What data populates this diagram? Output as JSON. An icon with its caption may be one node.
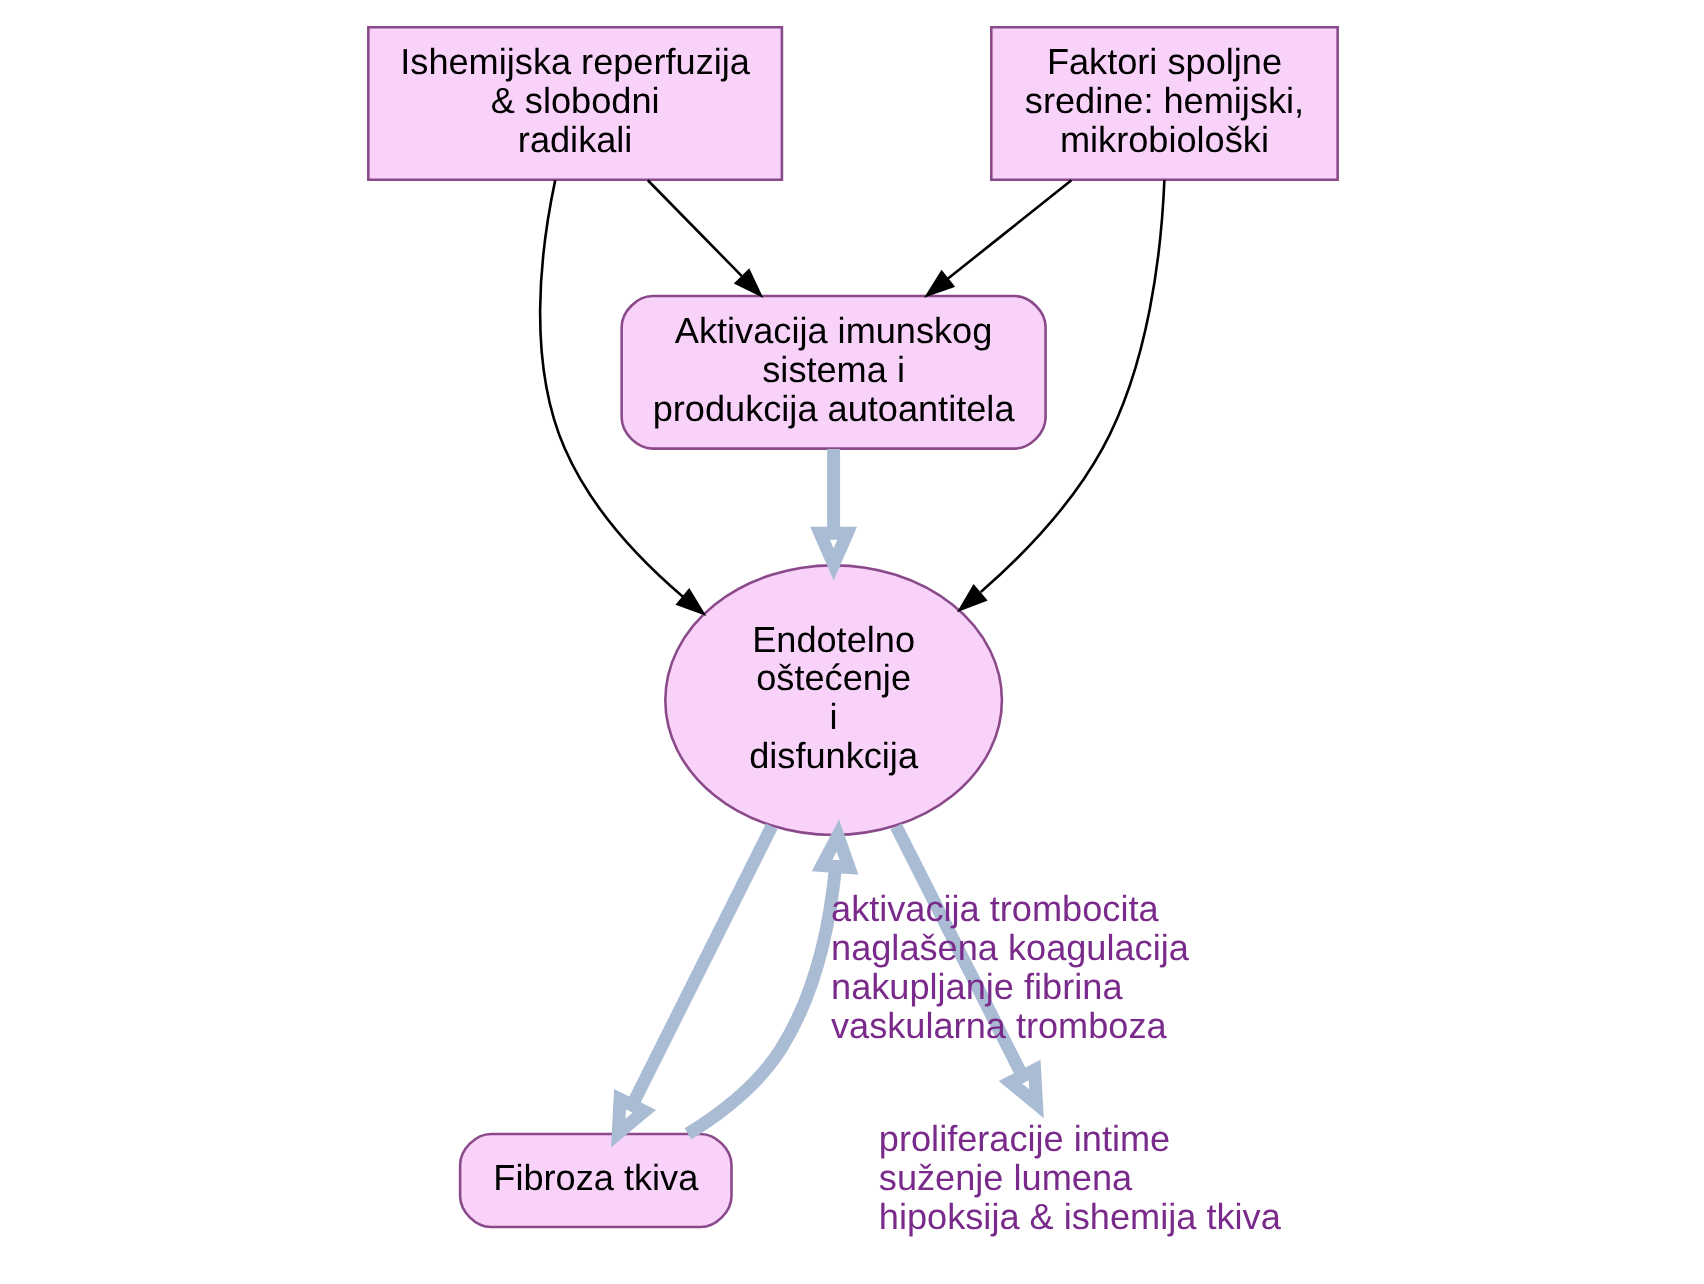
{
  "diagram": {
    "nodes": [
      {
        "text": [
          "Ishemijska reperfuzija & slobodni radikali"
        ]
      },
      {
        "text": [
          "Faktori spoljne sredine: hemijski, mikrobiološki"
        ]
      },
      {
        "text": [
          "Aktivacija imunskog sistema i produkcija autoantitela"
        ]
      },
      {
        "text": [
          "Endotelno oštećenje i disfunkcija"
        ]
      },
      {
        "text": [
          "proliferacije intime",
          "suženje lumena",
          "hipoksija & ishemija tkiva"
        ]
      },
      {
        "text": [
          "Fibroza tkiva"
        ]
      }
    ],
    "edges": [
      {
        "from": 0,
        "to": 2,
        "arrow": "to"
      },
      {
        "from": 1,
        "to": 2,
        "arrow": "to"
      },
      {
        "from": 0,
        "to": 3,
        "arrow": "to"
      },
      {
        "from": 1,
        "to": 3,
        "arrow": "to"
      },
      {
        "from": 2,
        "to": 3,
        "arrow": "to",
        "style": "thick",
        "color": "#a9bcd4"
      },
      {
        "from": 3,
        "to": 4,
        "arrow": "to",
        "style": "thick",
        "color": "#a9bcd4"
      },
      {
        "from": 3,
        "to": 5,
        "arrow": "to",
        "style": "thick",
        "color": "#a9bcd4"
      },
      {
        "from": 5,
        "to": 3,
        "arrow": "to",
        "style": "thick",
        "color": "#a9bcd4",
        "label": "aktivacija trombocita naglašena koagulacija nakupljanje fibrina vaskularna tromboza"
      }
    ]
  }
}
